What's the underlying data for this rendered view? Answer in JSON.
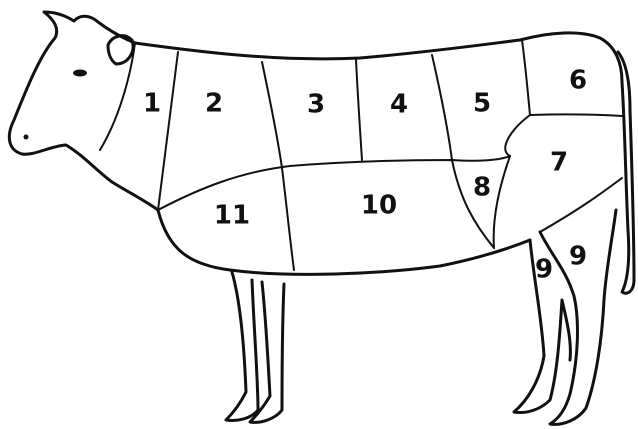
{
  "diagram": {
    "stroke_color": "#111111",
    "background": "#ffffff",
    "cut_labels": [
      "1",
      "2",
      "3",
      "4",
      "5",
      "6",
      "7",
      "8",
      "9",
      "9",
      "10",
      "11"
    ]
  }
}
